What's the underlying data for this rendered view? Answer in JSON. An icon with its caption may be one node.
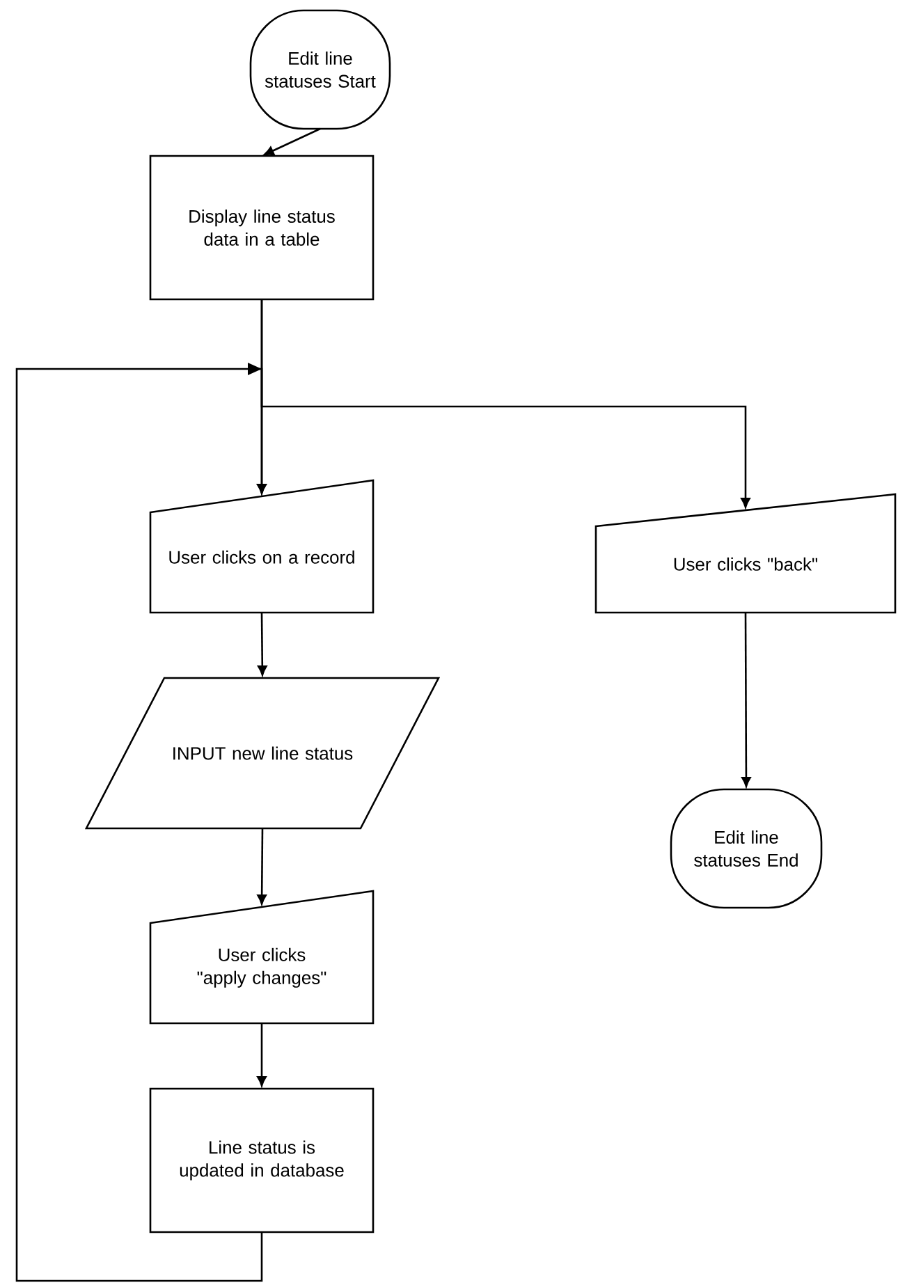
{
  "diagram": {
    "nodes": [
      {
        "text": [
          "Edit line statuses Start"
        ]
      },
      {
        "text": [
          "Display line status data in a table"
        ]
      },
      {
        "text": [
          "User clicks on a record"
        ]
      },
      {
        "text": [
          "INPUT new line status"
        ]
      },
      {
        "text": [
          "User clicks \"apply changes\""
        ]
      },
      {
        "text": [
          "Line status is updated in database"
        ]
      },
      {
        "text": [
          "User clicks \"back\""
        ]
      },
      {
        "text": [
          "Edit line statuses End"
        ]
      }
    ],
    "edges": [
      {
        "from": 0,
        "to": 1,
        "arrow": "to"
      },
      {
        "from": 1,
        "to": 2,
        "arrow": "to"
      },
      {
        "from": 1,
        "to": 6,
        "arrow": "to"
      },
      {
        "from": 2,
        "to": 3,
        "arrow": "to"
      },
      {
        "from": 3,
        "to": 4,
        "arrow": "to"
      },
      {
        "from": 4,
        "to": 5,
        "arrow": "to"
      },
      {
        "from": 5,
        "to": 2,
        "arrow": "to"
      },
      {
        "from": 6,
        "to": 7,
        "arrow": "to"
      }
    ]
  }
}
